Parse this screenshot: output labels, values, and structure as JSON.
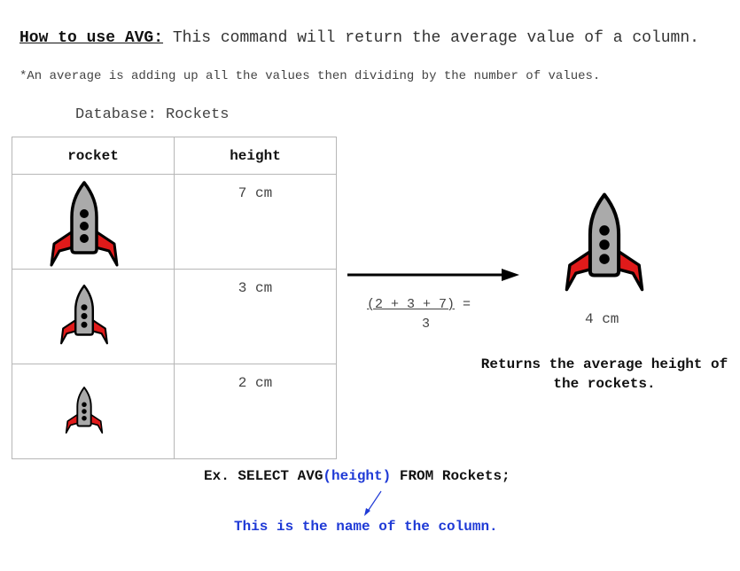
{
  "heading": {
    "label": "How to use AVG:",
    "text": " This command will return the average value of a column."
  },
  "note": "*An average is adding up all the values then dividing by the number of values.",
  "database_title": "Database: Rockets",
  "table": {
    "columns": [
      "rocket",
      "height"
    ],
    "rows": [
      {
        "height": "7 cm",
        "rocket_icon": "rocket-icon"
      },
      {
        "height": "3 cm",
        "rocket_icon": "rocket-icon"
      },
      {
        "height": "2 cm",
        "rocket_icon": "rocket-icon"
      }
    ]
  },
  "calculation": {
    "numerator": "(2 + 3 + 7)",
    "equals": " =",
    "denominator": "3",
    "result": "4 cm"
  },
  "result_caption": "Returns the average height of the rockets.",
  "example": {
    "prefix": "Ex. SELECT AVG",
    "column": "(height)",
    "suffix": " FROM Rockets;"
  },
  "column_note": "This is the name of the column.",
  "colors": {
    "rocket_body": "#aaaaaa",
    "rocket_fin": "#e01a1a",
    "rocket_outline": "#000000",
    "highlight": "#1f3ad6"
  }
}
